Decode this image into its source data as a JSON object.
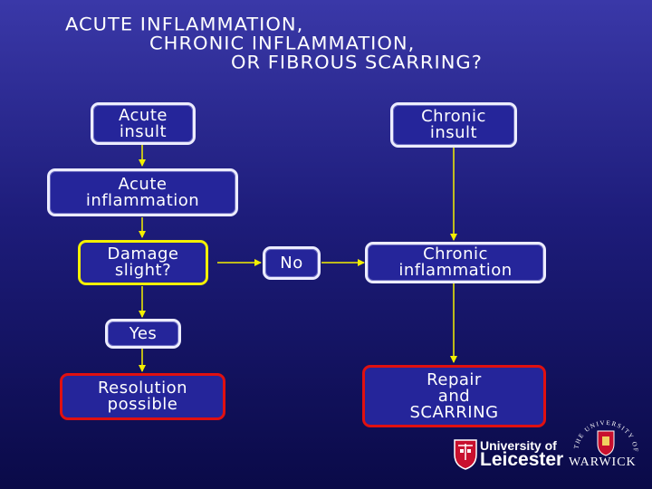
{
  "title": {
    "line1": "ACUTE INFLAMMATION,",
    "line2": "CHRONIC INFLAMMATION,",
    "line3": "OR FIBROUS SCARRING?"
  },
  "nodes": {
    "acute_insult": "Acute\ninsult",
    "acute_inflammation": "Acute\ninflammation",
    "damage_slight": "Damage\nslight?",
    "no": "No",
    "yes": "Yes",
    "resolution": "Resolution\npossible",
    "chronic_insult": "Chronic\ninsult",
    "chronic_inflammation": "Chronic\ninflammation",
    "repair": "Repair\nand\nSCARRING"
  },
  "logos": {
    "leicester_line1": "University of",
    "leicester_line2": "Leicester",
    "warwick": "WARWICK",
    "warwick_arc": "THE UNIVERSITY OF"
  },
  "colors": {
    "box_fill": "#25259a",
    "decision_border": "#f4f000",
    "outcome_border": "#e01010",
    "arrow": "#f4f000"
  }
}
